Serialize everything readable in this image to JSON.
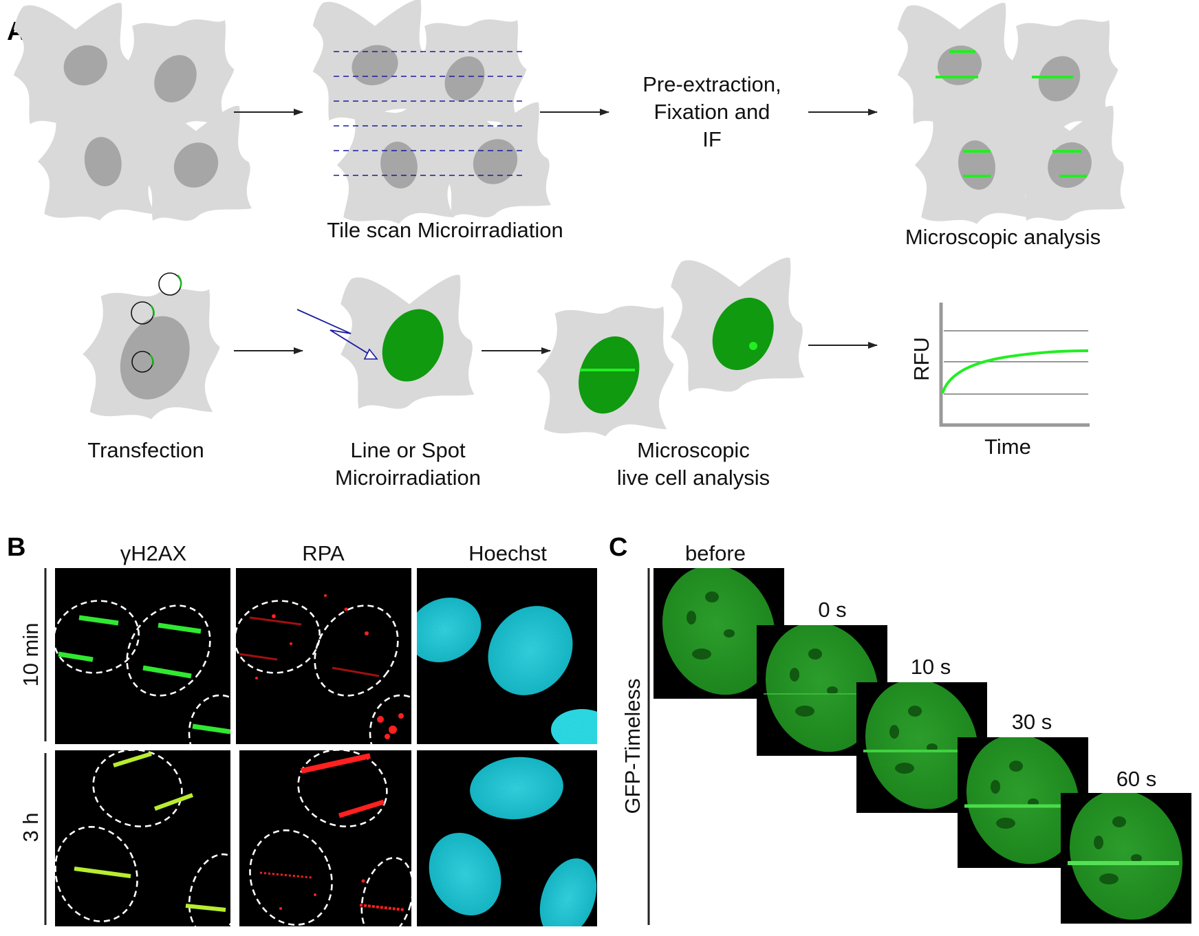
{
  "panels": {
    "a": "A",
    "b": "B",
    "c": "C"
  },
  "panel_a": {
    "tile_scan_label": "Tile scan Microirradiation",
    "step_pre": [
      "Pre-extraction,",
      "Fixation and",
      "IF"
    ],
    "microscopic_analysis_label": "Microscopic analysis",
    "transfection_label": "Transfection",
    "line_spot_label": [
      "Line or Spot",
      "Microirradiation"
    ],
    "live_cell_label": [
      "Microscopic",
      "live cell analysis"
    ],
    "graph": {
      "ylabel": "RFU",
      "xlabel": "Time"
    }
  },
  "panel_b": {
    "columns": [
      "γH2AX",
      "RPA",
      "Hoechst"
    ],
    "rows": [
      "10 min",
      "3 h"
    ]
  },
  "panel_c": {
    "row_label": "GFP-Timeless",
    "frames": [
      "before",
      "0 s",
      "10 s",
      "30 s",
      "60 s"
    ]
  },
  "colors": {
    "cell": "#d9d9d9",
    "nucleus": "#a6a6a6",
    "gfp": "#0a9a0a",
    "stripe": "#22ee22",
    "rpa": "#ff2020",
    "hoechst": "#22d8e6",
    "laser": "#1a1aa0"
  }
}
